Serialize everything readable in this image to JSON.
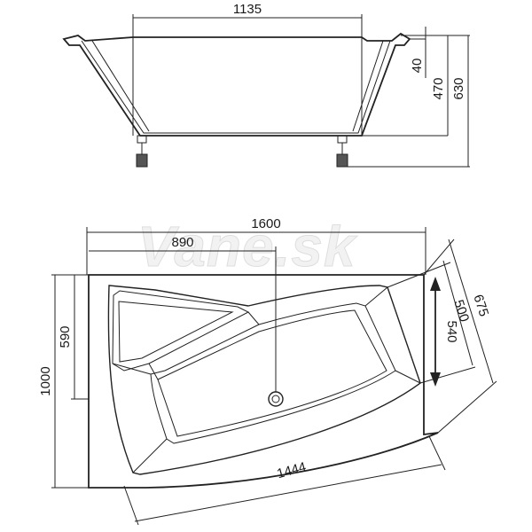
{
  "watermark": "Vane.sk",
  "side_view": {
    "dimensions": {
      "top_width": "1135",
      "rim_height": "40",
      "inner_depth": "470",
      "total_height": "630"
    }
  },
  "top_view": {
    "dimensions": {
      "overall_length": "1600",
      "drain_offset": "890",
      "overall_width": "1000",
      "left_depth": "590",
      "right_depth_outer": "675",
      "right_depth_mid": "500",
      "right_depth_inner": "540",
      "front_curve_length": "1444"
    }
  },
  "colors": {
    "line": "#222222",
    "watermark_fill": "#f2f2f2",
    "watermark_stroke": "#dedede"
  }
}
